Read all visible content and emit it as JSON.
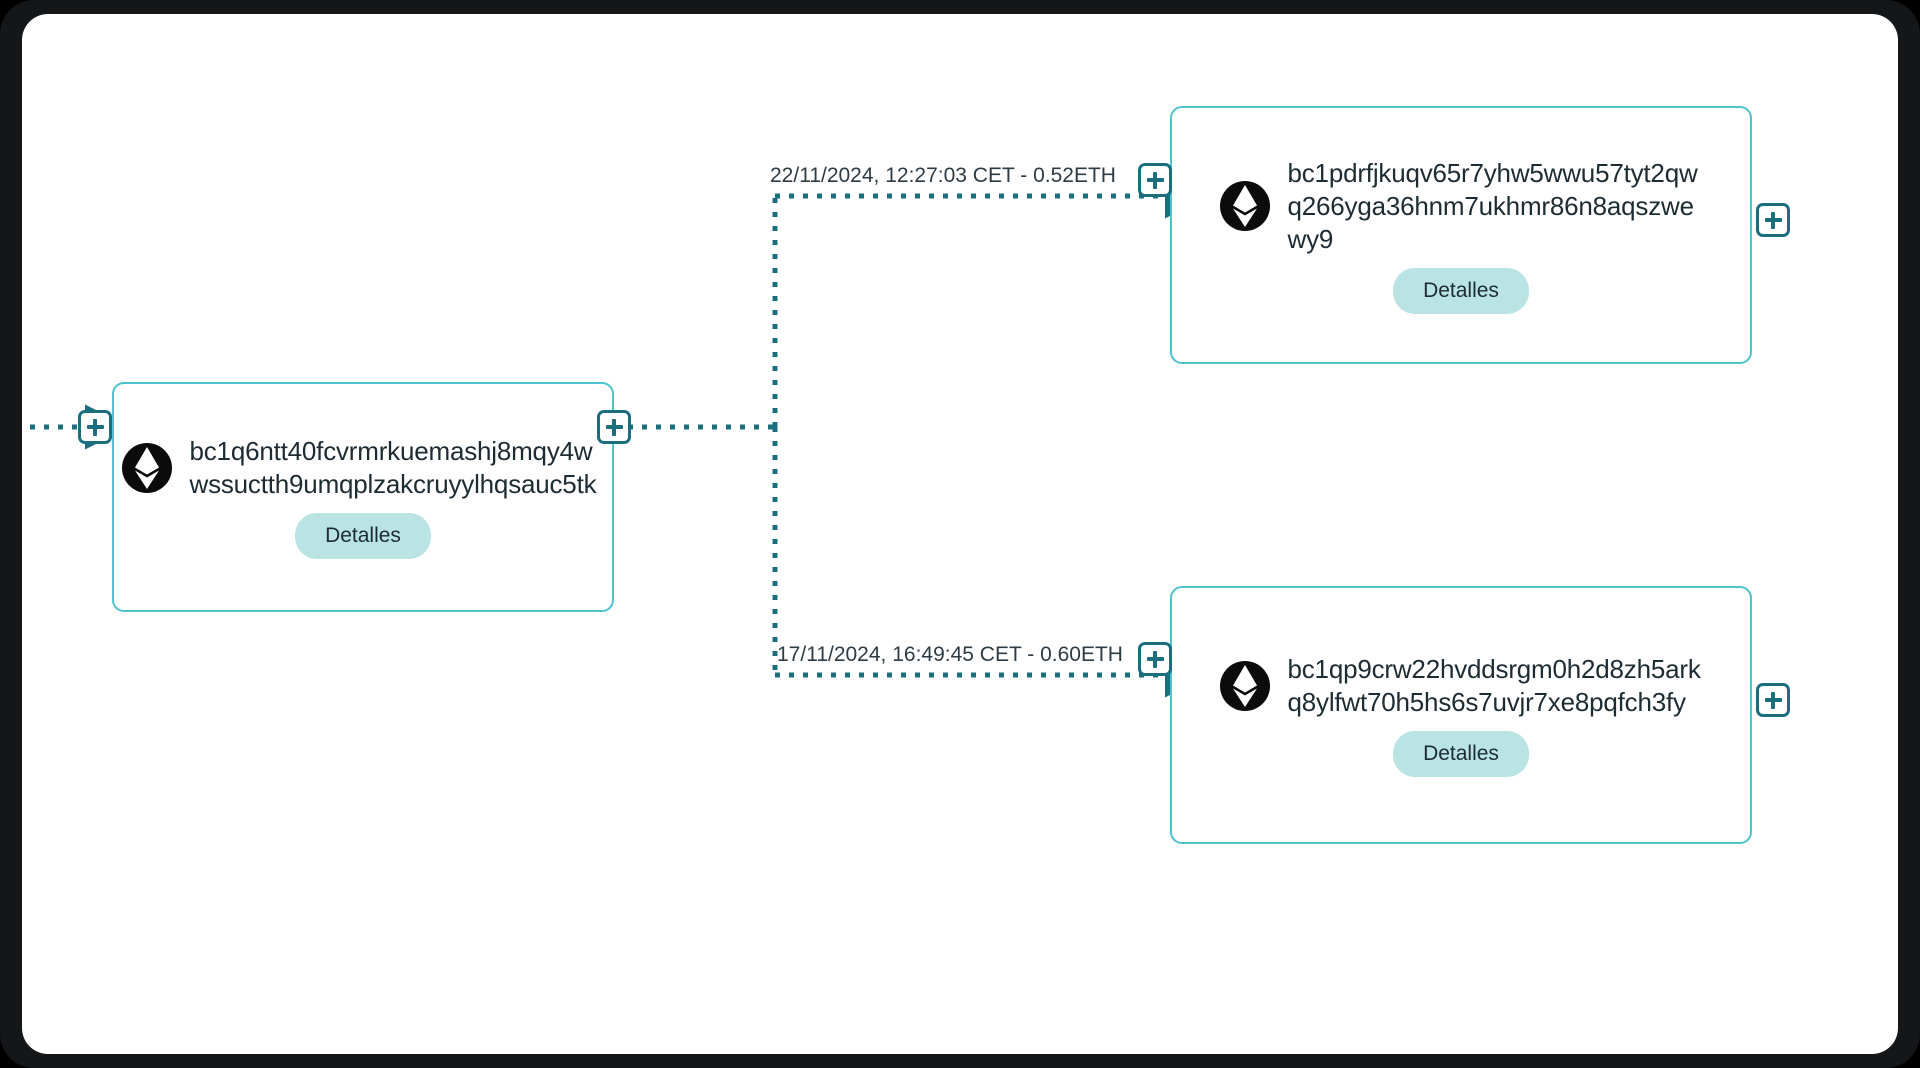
{
  "app": {
    "canvas_background": "#ffffff",
    "frame_color": "#141618"
  },
  "theme": {
    "node_border": "#4cc3cd",
    "handle_stroke": "#1b6e7e",
    "edge_color": "#1b6e7e",
    "pill_background": "#b9e4e3",
    "text_color": "#1d2b33",
    "coin_icon_background": "#0b0b0b"
  },
  "graph": {
    "nodes": [
      {
        "id": "node-source",
        "address": "bc1q6ntt40fcvrmrkuemashj8mqy4wwssuctth9umqplzakcruyylhqsauc5tk",
        "icon": "ethereum-icon",
        "details_label": "Detalles",
        "expand_left_label": "+",
        "expand_right_label": "+"
      },
      {
        "id": "node-target-top",
        "address": "bc1pdrfjkuqv65r7yhw5wwu57tyt2qwq266yga36hnm7ukhmr86n8aqszwewy9",
        "icon": "ethereum-icon",
        "details_label": "Detalles",
        "expand_left_label": "+",
        "expand_right_label": "+"
      },
      {
        "id": "node-target-bottom",
        "address": "bc1qp9crw22hvddsrgm0h2d8zh5arkq8ylfwt70h5hs6s7uvjr7xe8pqfch3fy",
        "icon": "ethereum-icon",
        "details_label": "Detalles",
        "expand_left_label": "+",
        "expand_right_label": "+"
      }
    ],
    "edges": [
      {
        "id": "edge-top",
        "from": "node-source",
        "to": "node-target-top",
        "label": "22/11/2024, 12:27:03 CET - 0.52ETH",
        "date": "22/11/2024",
        "time": "12:27:03",
        "timezone": "CET",
        "amount": "0.52ETH",
        "expand_label": "+",
        "style": "dotted"
      },
      {
        "id": "edge-bottom",
        "from": "node-source",
        "to": "node-target-bottom",
        "label": "17/11/2024, 16:49:45 CET - 0.60ETH",
        "date": "17/11/2024",
        "time": "16:49:45",
        "timezone": "CET",
        "amount": "0.60ETH",
        "expand_label": "+",
        "style": "dotted"
      },
      {
        "id": "edge-incoming",
        "from": "",
        "to": "node-source",
        "label": "",
        "expand_label": "+",
        "style": "dotted"
      }
    ]
  }
}
